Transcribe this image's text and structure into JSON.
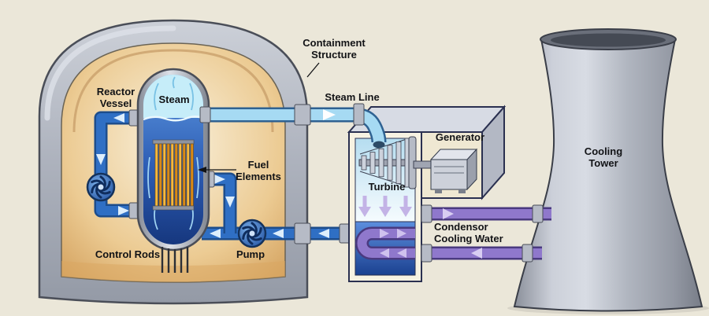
{
  "labels": {
    "containment_structure": "Containment\nStructure",
    "reactor_vessel": "Reactor\nVessel",
    "steam": "Steam",
    "steam_line": "Steam Line",
    "fuel_elements": "Fuel\nElements",
    "control_rods": "Control Rods",
    "pump": "Pump",
    "turbine": "Turbine",
    "generator": "Generator",
    "condensor_cooling_water": "Condensor\nCooling Water",
    "cooling_tower": "Cooling\nTower"
  },
  "colors": {
    "background": "#ebe7d9",
    "containment_gray": "#aab0bb",
    "interior_tan": "#eccb93",
    "water_pipe_blue": "#2f6fc4",
    "steam_pipe_blue": "#a6daf3",
    "cooling_pipe_purple": "#8f78cc",
    "fuel_orange": "#f0a830",
    "condenser_blue": "#1b4190",
    "tower_gray": "#b1b6c0"
  }
}
